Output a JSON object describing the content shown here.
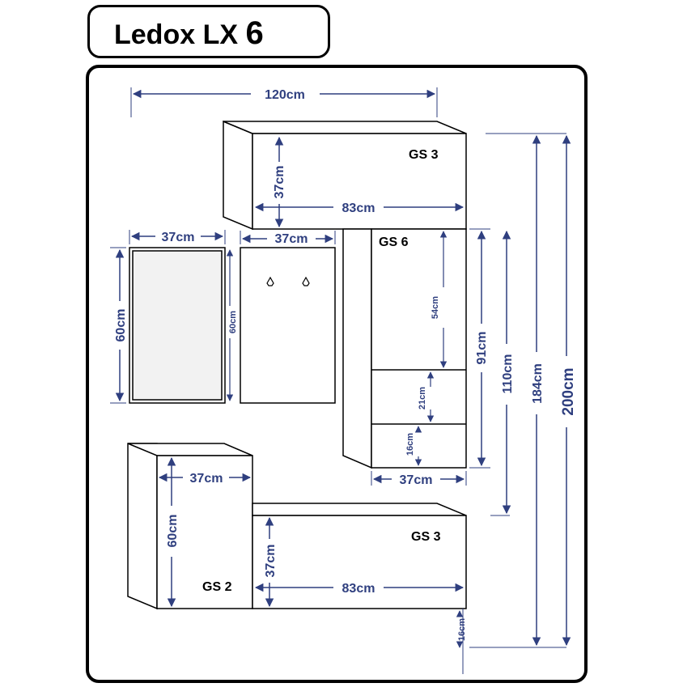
{
  "title": {
    "main": "Ledox LX",
    "number": "6"
  },
  "units": {
    "top_cabinet": {
      "label": "GS 3",
      "width": "83cm",
      "height": "37cm"
    },
    "tall_cabinet": {
      "label": "GS 6",
      "width": "37cm",
      "upper": "54cm",
      "middle": "21cm",
      "lower": "16cm",
      "height": "91cm"
    },
    "mirror": {
      "width": "37cm",
      "height": "60cm"
    },
    "hook_panel": {
      "width": "37cm",
      "height": "60cm"
    },
    "small_cabinet": {
      "label": "GS 2",
      "width": "37cm",
      "height": "60cm"
    },
    "bottom_cabinet": {
      "label": "GS 3",
      "width": "83cm",
      "height": "37cm",
      "clearance": "16cm"
    }
  },
  "overall": {
    "width": "120cm",
    "h1": "110cm",
    "h2": "184cm",
    "h3": "200cm"
  },
  "colors": {
    "dimension": "#2f3f7f",
    "outline": "#000000",
    "mirror_fill": "#f2f2f2"
  }
}
